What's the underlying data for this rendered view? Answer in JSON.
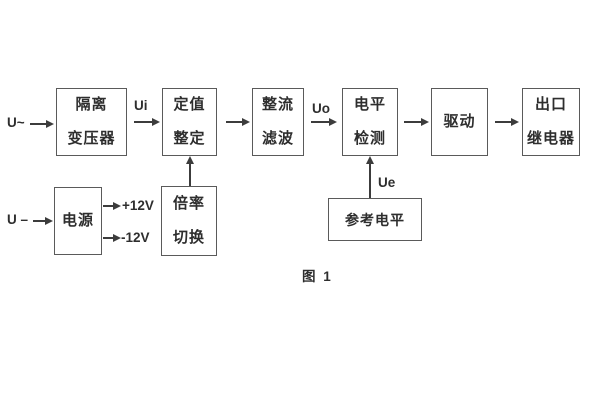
{
  "figure": {
    "caption": "图 1",
    "colors": {
      "background": "#ffffff",
      "line": "#5a5a5a",
      "text": "#2e2e2e"
    },
    "blocks": [
      {
        "id": "isolation-transformer",
        "lines": [
          "隔离",
          "变压器"
        ]
      },
      {
        "id": "setpoint-adjust",
        "lines": [
          "定值",
          "整定"
        ]
      },
      {
        "id": "rectifier-filter",
        "lines": [
          "整流",
          "滤波"
        ]
      },
      {
        "id": "level-detector",
        "lines": [
          "电平",
          "检测"
        ]
      },
      {
        "id": "driver",
        "lines": [
          "驱动"
        ]
      },
      {
        "id": "output-relay",
        "lines": [
          "出口",
          "继电器"
        ]
      },
      {
        "id": "power-supply",
        "lines": [
          "电源"
        ]
      },
      {
        "id": "ratio-switch",
        "lines": [
          "倍率",
          "切换"
        ]
      },
      {
        "id": "reference-level",
        "lines": [
          "参考电平"
        ]
      }
    ],
    "signal_labels": [
      {
        "id": "u-ac-input",
        "text": "U~"
      },
      {
        "id": "u-dc-input",
        "text": "U –"
      },
      {
        "id": "ui",
        "text": "Ui"
      },
      {
        "id": "uo",
        "text": "Uo"
      },
      {
        "id": "ue",
        "text": "Ue"
      },
      {
        "id": "plus-12v",
        "text": "+12V"
      },
      {
        "id": "minus-12v",
        "text": "-12V"
      }
    ]
  }
}
